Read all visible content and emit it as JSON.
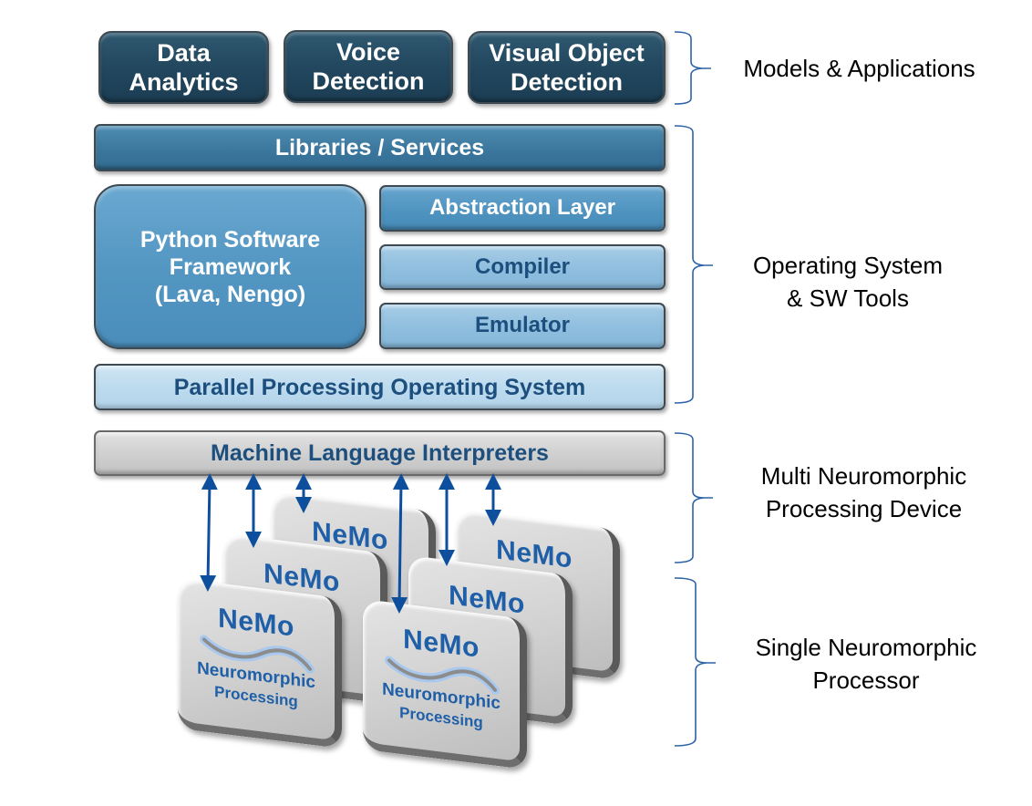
{
  "applications": [
    {
      "label": "Data\nAnalytics"
    },
    {
      "label": "Voice\nDetection"
    },
    {
      "label": "Visual Object\nDetection"
    }
  ],
  "libraries": {
    "label": "Libraries / Services"
  },
  "python_framework": {
    "line1": "Python Software",
    "line2": "Framework",
    "line3": "(Lava, Nengo)"
  },
  "tools": [
    {
      "label": "Abstraction Layer"
    },
    {
      "label": "Compiler"
    },
    {
      "label": "Emulator"
    }
  ],
  "os": {
    "label": "Parallel Processing Operating System"
  },
  "interpreters": {
    "label": "Machine Language Interpreters"
  },
  "chip": {
    "title": "NeMo",
    "subtitle1": "Neuromorphic",
    "subtitle2": "Processing",
    "count": 6
  },
  "layers": [
    {
      "line1": "Models & Applications",
      "line2": ""
    },
    {
      "line1": "Operating System",
      "line2": "& SW Tools"
    },
    {
      "line1": "Multi Neuromorphic",
      "line2": "Processing Device"
    },
    {
      "line1": "Single Neuromorphic",
      "line2": "Processor"
    }
  ],
  "colors": {
    "dark_navy": "#21465d",
    "mid_blue": "#3a759b",
    "python_blue": "#5497c3",
    "light_blue": "#8fbede",
    "pale_blue": "#bcdaee",
    "gray": "#cfcfcf",
    "text_blue": "#1c4f7e",
    "arrow_blue": "#0d4f9c",
    "bracket_blue": "#2e62a6"
  }
}
